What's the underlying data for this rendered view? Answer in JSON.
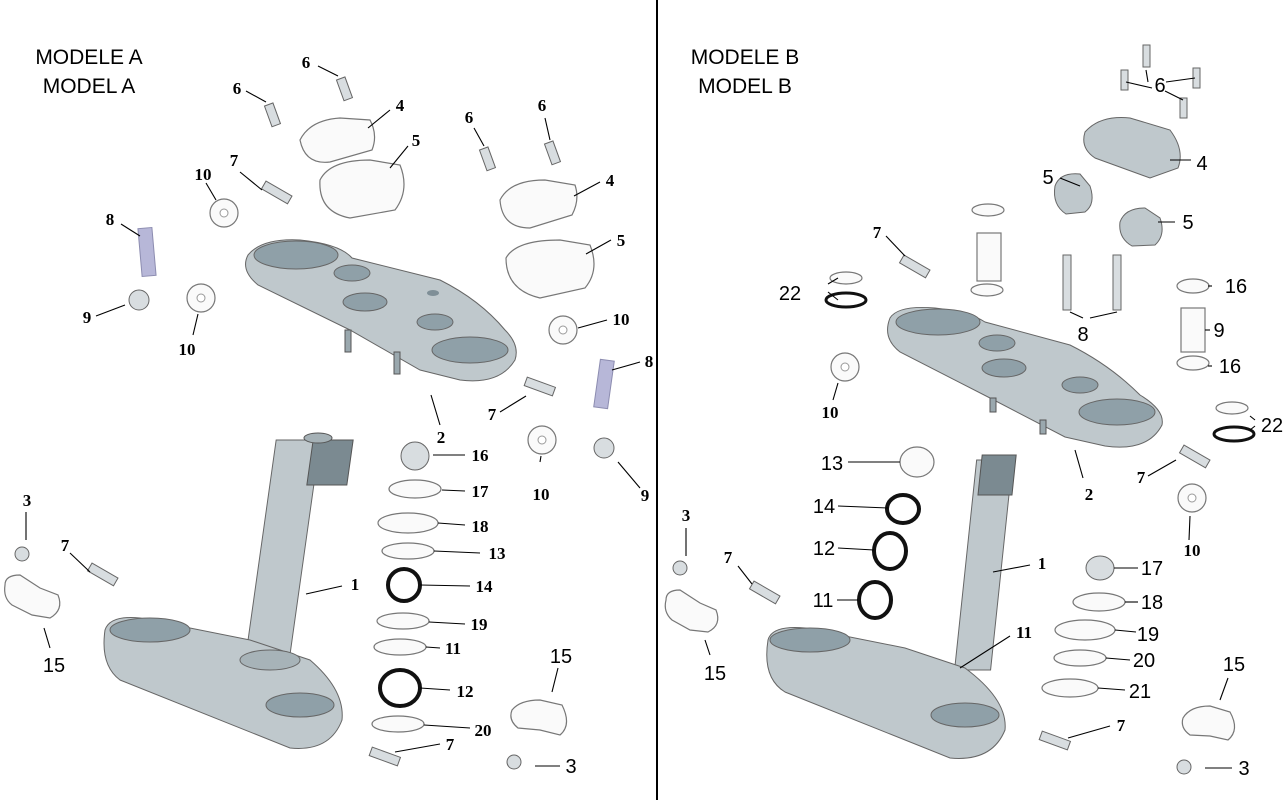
{
  "panels": [
    {
      "title_fr": "MODELE A",
      "title_en": "MODEL A",
      "labels": [
        "6",
        "6",
        "4",
        "5",
        "6",
        "6",
        "7",
        "10",
        "8",
        "4",
        "5",
        "9",
        "10",
        "10",
        "8",
        "2",
        "7",
        "10",
        "9",
        "16",
        "17",
        "18",
        "13",
        "14",
        "19",
        "11",
        "12",
        "20",
        "1",
        "3",
        "7",
        "15",
        "15",
        "7",
        "3"
      ]
    },
    {
      "title_fr": "MODELE B",
      "title_en": "MODEL B",
      "labels": [
        "6",
        "4",
        "5",
        "5",
        "7",
        "22",
        "16",
        "9",
        "8",
        "16",
        "10",
        "22",
        "13",
        "2",
        "7",
        "14",
        "10",
        "12",
        "1",
        "17",
        "11",
        "18",
        "11",
        "19",
        "20",
        "21",
        "3",
        "7",
        "15",
        "15",
        "7",
        "3"
      ]
    }
  ],
  "colors": {
    "part_fill": "#bfc8cc",
    "part_shadow": "#8fa0a8",
    "bolt_accent": "#b7b7d8",
    "divider": "#000000"
  }
}
